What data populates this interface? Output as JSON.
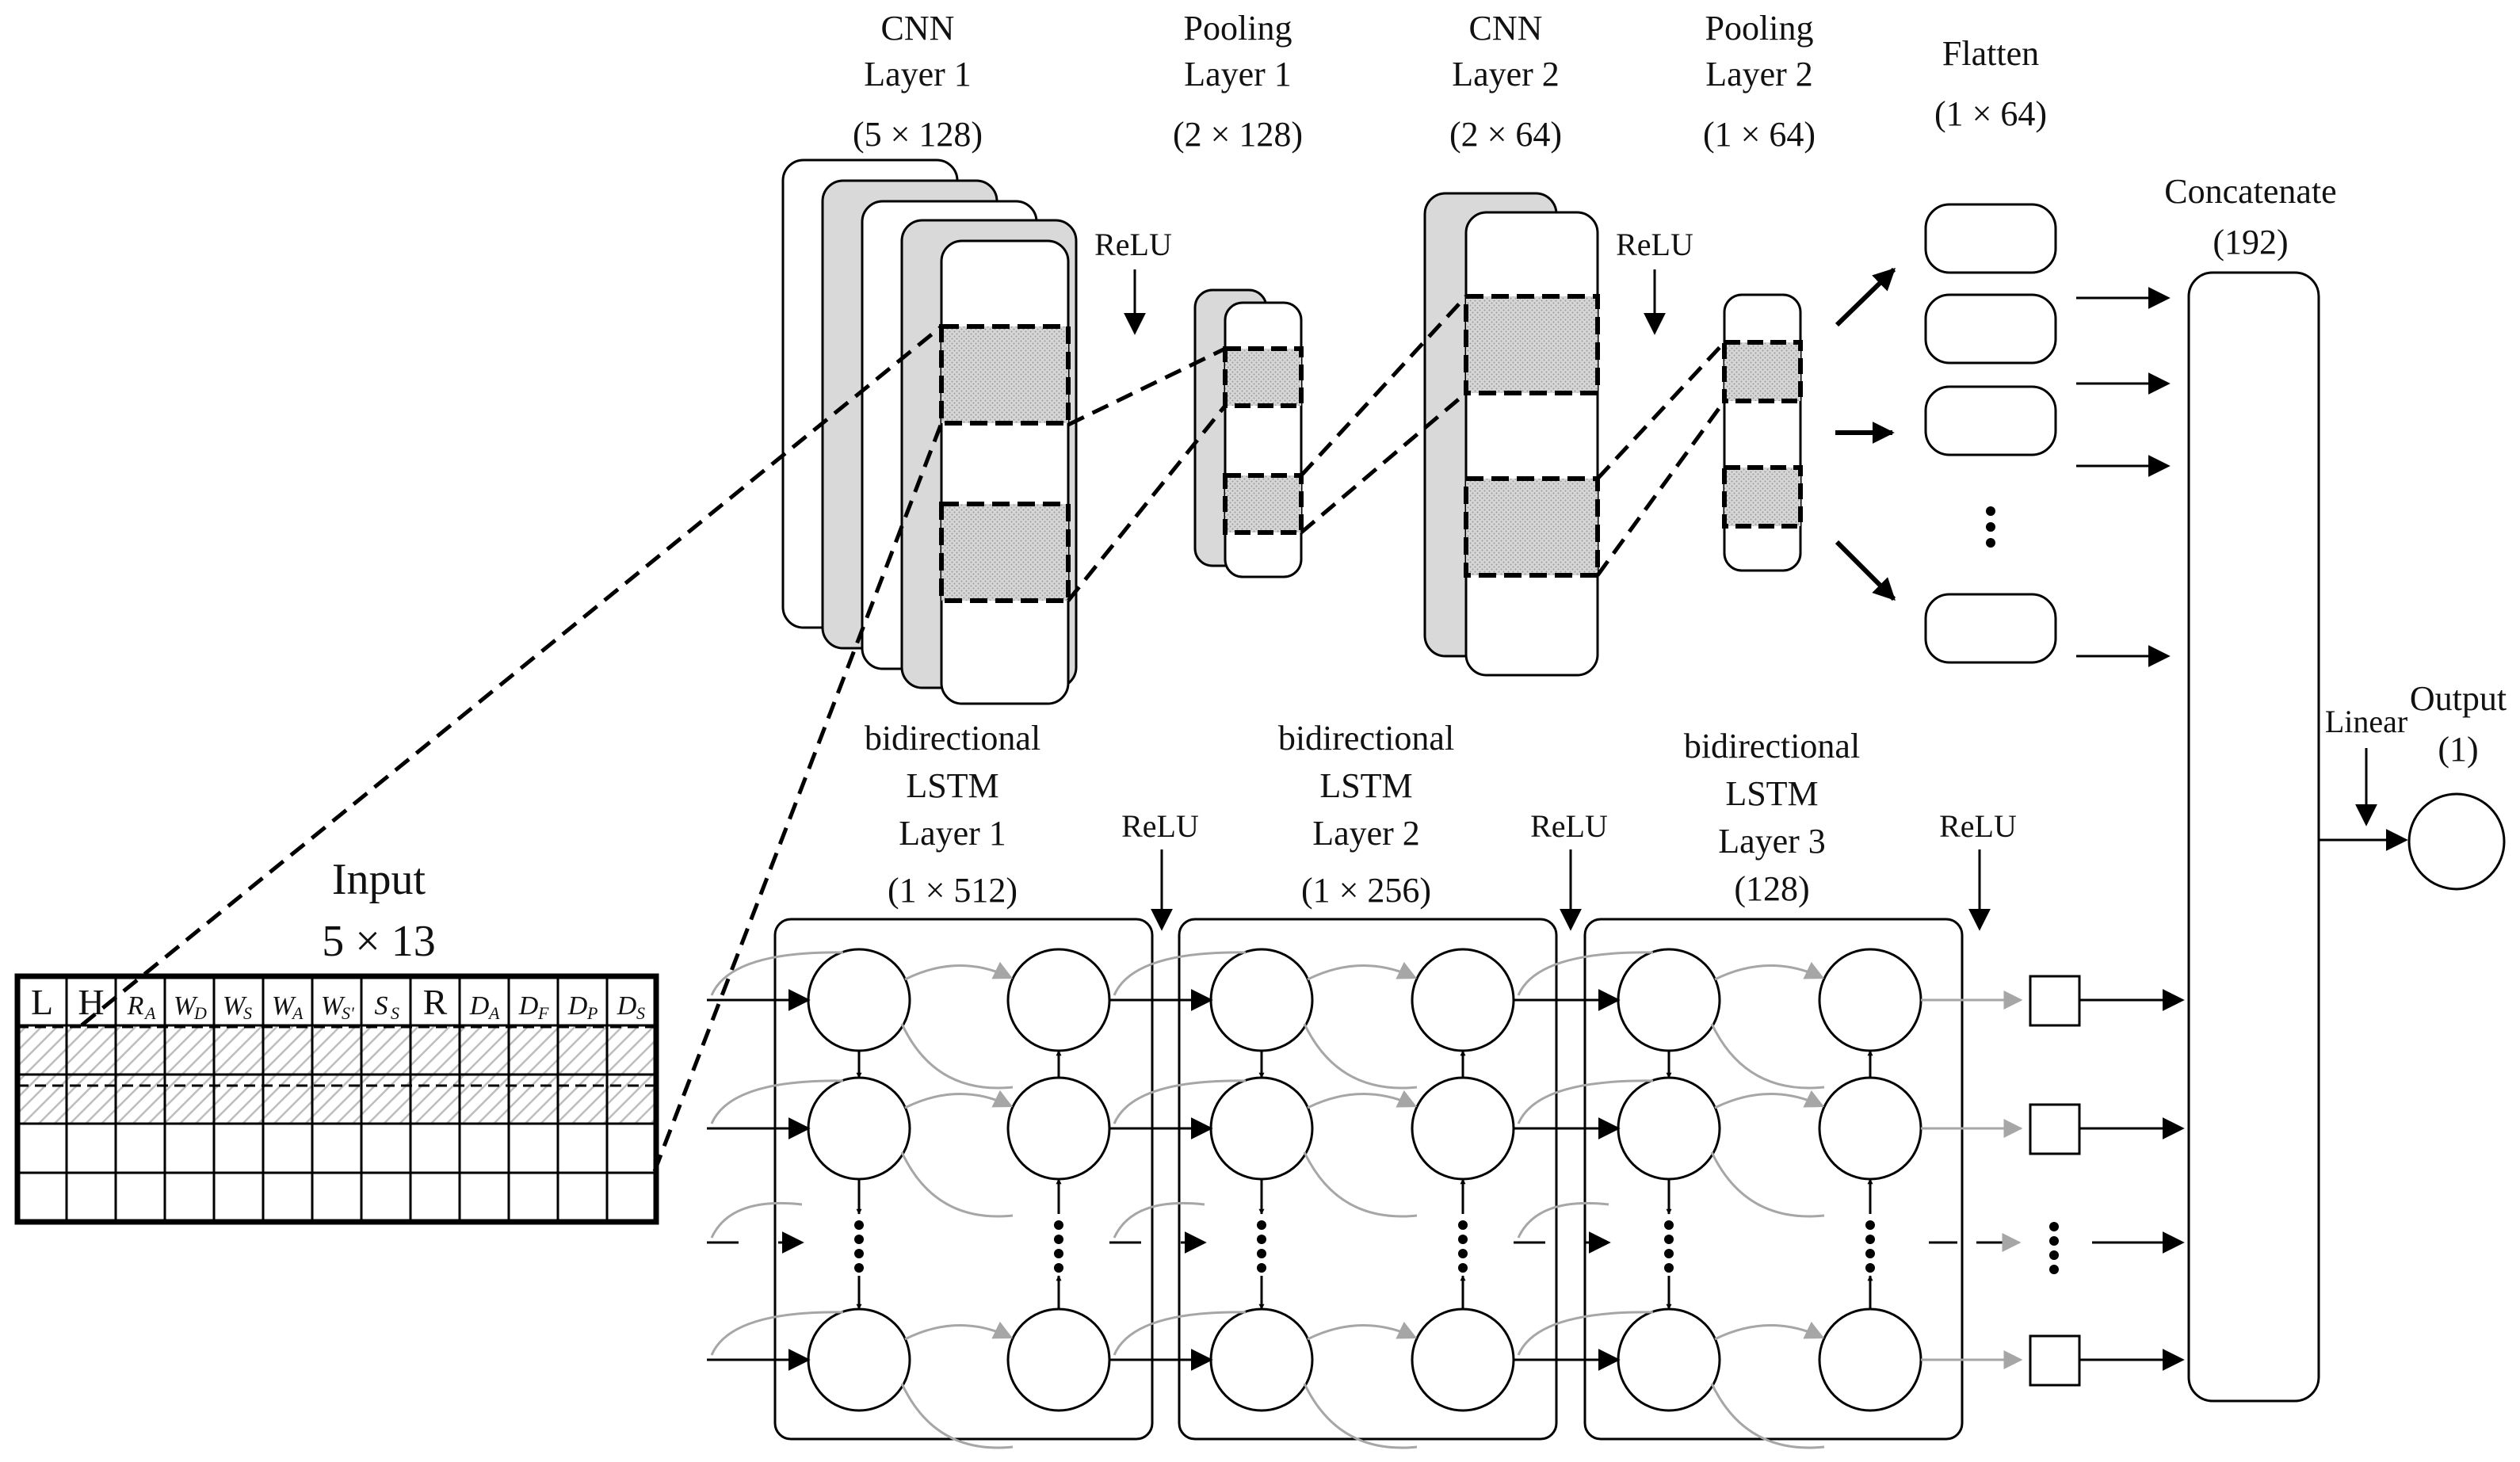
{
  "input": {
    "title": "Input",
    "size": "5 × 13",
    "symbols": [
      {
        "t": "L",
        "s": ""
      },
      {
        "t": "H",
        "s": ""
      },
      {
        "t": "R",
        "s": "A"
      },
      {
        "t": "W",
        "s": "D"
      },
      {
        "t": "W",
        "s": "S"
      },
      {
        "t": "W",
        "s": "A"
      },
      {
        "t": "W",
        "s": "S'"
      },
      {
        "t": "S",
        "s": "S"
      },
      {
        "t": "R",
        "s": ""
      },
      {
        "t": "D",
        "s": "A"
      },
      {
        "t": "D",
        "s": "F"
      },
      {
        "t": "D",
        "s": "P"
      },
      {
        "t": "D",
        "s": "S"
      }
    ]
  },
  "cnn": {
    "layer1": {
      "line1": "CNN",
      "line2": "Layer 1",
      "size": "(5 × 128)"
    },
    "pool1": {
      "line1": "Pooling",
      "line2": "Layer 1",
      "size": "(2 × 128)"
    },
    "layer2": {
      "line1": "CNN",
      "line2": "Layer 2",
      "size": "(2 × 64)"
    },
    "pool2": {
      "line1": "Pooling",
      "line2": "Layer 2",
      "size": "(1 × 64)"
    },
    "flatten": {
      "line1": "Flatten",
      "size": "(1 × 64)"
    },
    "relu1": "ReLU",
    "relu2": "ReLU"
  },
  "lstm": {
    "layer1": {
      "line1": "bidirectional",
      "line2": "LSTM",
      "line3": "Layer 1",
      "size": "(1 × 512)"
    },
    "layer2": {
      "line1": "bidirectional",
      "line2": "LSTM",
      "line3": "Layer 2",
      "size": "(1 × 256)"
    },
    "layer3": {
      "line1": "bidirectional",
      "line2": "LSTM",
      "line3": "Layer 3",
      "size": "(128)"
    },
    "relu": "ReLU"
  },
  "concat": {
    "line1": "Concatenate",
    "size": "(192)"
  },
  "linear": "Linear",
  "output": {
    "line1": "Output",
    "size": "(1)"
  },
  "colors": {
    "shade": "#d9d9d9",
    "hatch": "#bfbfbf",
    "arrow_gray": "#a6a6a6",
    "line": "#000000"
  }
}
